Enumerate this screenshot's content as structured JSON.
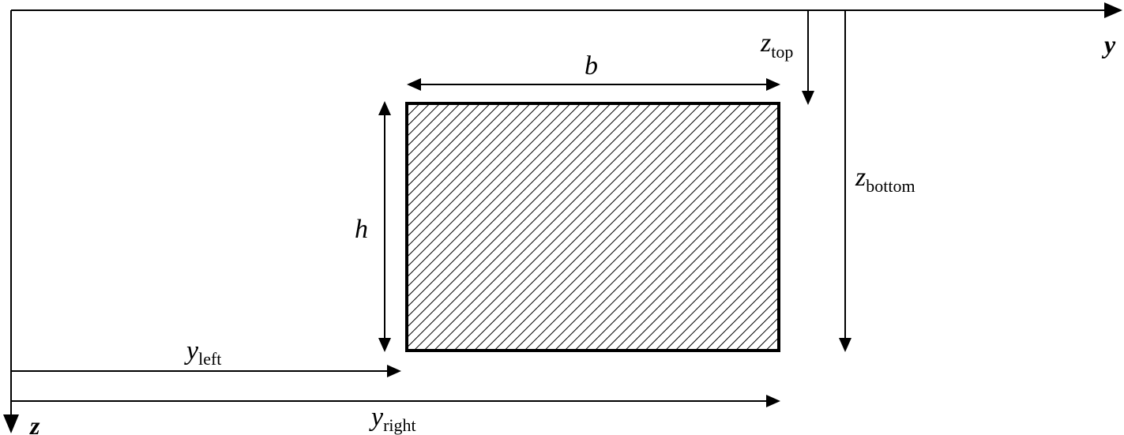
{
  "axes": {
    "y": {
      "label": "y"
    },
    "z": {
      "label": "z"
    }
  },
  "dimensions": {
    "b": {
      "label": "b"
    },
    "h": {
      "label": "h"
    },
    "z_top": {
      "symbol": "z",
      "subscript": "top"
    },
    "z_bottom": {
      "symbol": "z",
      "subscript": "bottom"
    },
    "y_left": {
      "symbol": "y",
      "subscript": "left"
    },
    "y_right": {
      "symbol": "y",
      "subscript": "right"
    }
  },
  "colors": {
    "stroke": "#000000",
    "background": "#ffffff"
  },
  "cross_section": {
    "fill": "diagonal-hatch"
  }
}
